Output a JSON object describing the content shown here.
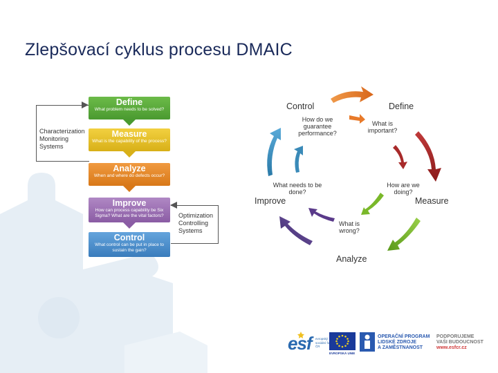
{
  "title": "Zlepšovací cyklus procesu DMAIC",
  "flow": {
    "stages": [
      {
        "name": "Define",
        "question": "What problem needs to be solved?",
        "color": "#5aa83a"
      },
      {
        "name": "Measure",
        "question": "What is the capability of the process?",
        "color": "#e8c020"
      },
      {
        "name": "Analyze",
        "question": "When and where do defects occur?",
        "color": "#e8892a"
      },
      {
        "name": "Improve",
        "question": "How can process capability be Six Sigma? What are the vital factors?",
        "color": "#9a6cb0"
      },
      {
        "name": "Control",
        "question": "What control can be put in place to sustain the gain?",
        "color": "#4a8ccc"
      }
    ],
    "left_note": [
      "Characterization",
      "Monitoring",
      "Systems"
    ],
    "right_note": [
      "Optimization",
      "Controlling",
      "Systems"
    ]
  },
  "cycle": {
    "phases": {
      "control": "Control",
      "define": "Define",
      "measure": "Measure",
      "analyze": "Analyze",
      "improve": "Improve"
    },
    "questions": {
      "control": "How do we guarantee performance?",
      "define": "What is important?",
      "measure": "How are we doing?",
      "analyze": "What is wrong?",
      "improve": "What needs to be done?"
    },
    "colors": {
      "orange": "#e87a2a",
      "red": "#a82a2a",
      "green": "#7ab82a",
      "purple": "#5a3a8a",
      "blue": "#3a8ab8"
    }
  },
  "footer": {
    "esf_text": "evropský sociální fond v ČR",
    "eu_text": "EVROPSKÁ UNIE",
    "op_line1": "OPERAČNÍ PROGRAM",
    "op_line2": "LIDSKÉ ZDROJE",
    "op_line3": "A ZAMĚSTNANOST",
    "support_line1": "PODPORUJEME",
    "support_line2": "VAŠI BUDOUCNOST",
    "url": "www.esfcr.cz"
  }
}
